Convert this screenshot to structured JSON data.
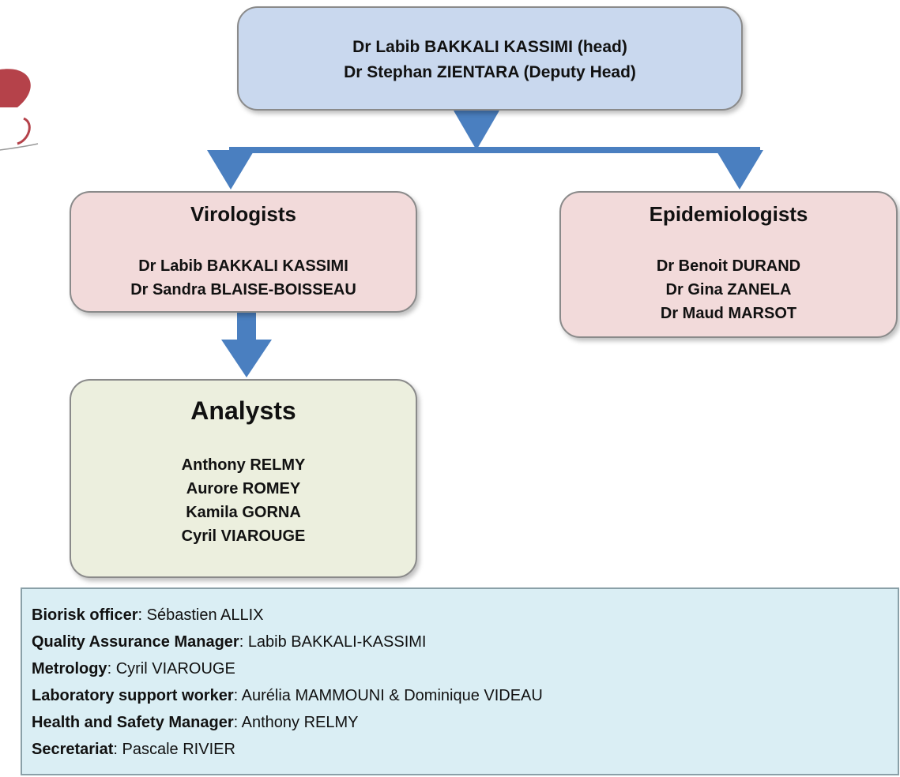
{
  "colors": {
    "head_box": "#c9d8ee",
    "virologists_box": "#f2dada",
    "epidemiologists_box": "#f2dada",
    "analysts_box": "#ecefde",
    "support_box": "#daeef4",
    "arrow": "#4a7fc0",
    "logo": "#b5424a"
  },
  "head": {
    "lines": [
      "Dr Labib BAKKALI KASSIMI (head)",
      "Dr Stephan ZIENTARA (Deputy Head)"
    ]
  },
  "virologists": {
    "title": "Virologists",
    "members": [
      "Dr Labib BAKKALI KASSIMI",
      "Dr Sandra BLAISE-BOISSEAU"
    ]
  },
  "epidemiologists": {
    "title": "Epidemiologists",
    "members": [
      "Dr Benoit DURAND",
      "Dr Gina ZANELA",
      "Dr Maud MARSOT"
    ]
  },
  "analysts": {
    "title": "Analysts",
    "members": [
      "Anthony RELMY",
      "Aurore ROMEY",
      "Kamila GORNA",
      "Cyril VIAROUGE"
    ]
  },
  "support": [
    {
      "role": "Biorisk officer",
      "sep": ": ",
      "name": "Sébastien ALLIX"
    },
    {
      "role": "Quality Assurance Manager",
      "sep": ": ",
      "name": "Labib BAKKALI-KASSIMI"
    },
    {
      "role": "Metrology",
      "sep": ": ",
      "name": "Cyril VIAROUGE"
    },
    {
      "role": "Laboratory support worker",
      "sep": ": ",
      "name": "Aurélia MAMMOUNI & Dominique VIDEAU"
    },
    {
      "role": "Health and Safety Manager",
      "sep": ": ",
      "name": "Anthony RELMY"
    },
    {
      "role": "Secretariat",
      "sep": ": ",
      "name": "Pascale RIVIER"
    }
  ]
}
